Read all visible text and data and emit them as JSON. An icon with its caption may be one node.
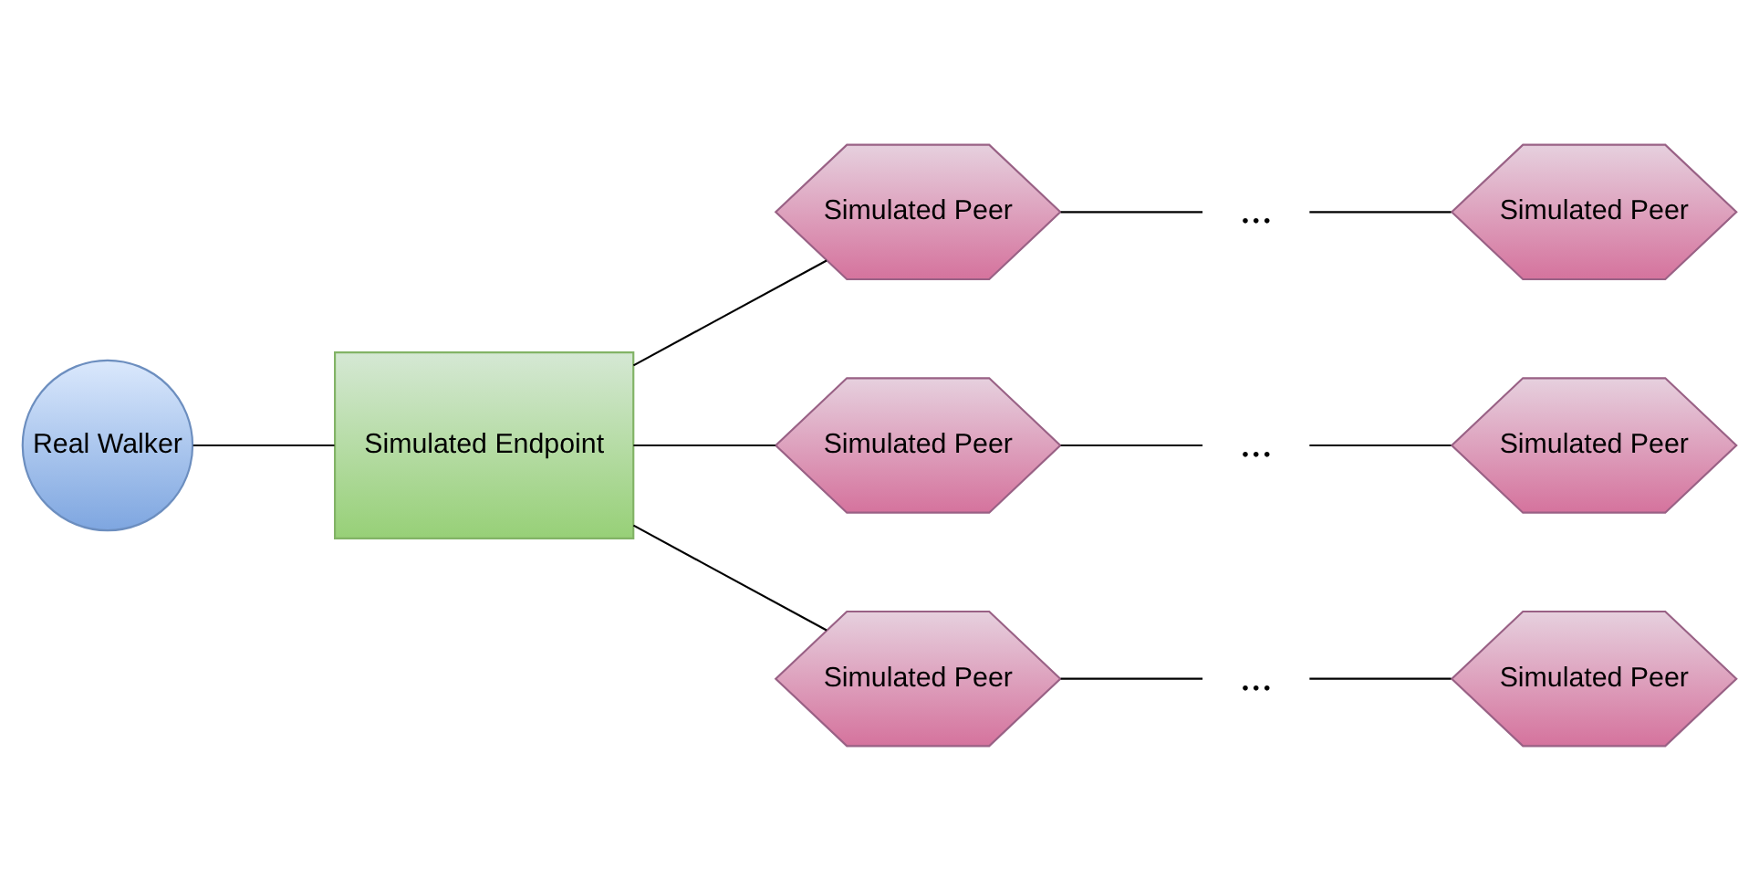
{
  "diagram": {
    "nodes": [
      {
        "text": [
          "Real Walker"
        ]
      },
      {
        "text": [
          "Simulated Endpoint"
        ]
      },
      {
        "text": [
          "Simulated Peer"
        ]
      },
      {
        "text": [
          "..."
        ]
      },
      {
        "text": [
          "Simulated Peer"
        ]
      },
      {
        "text": [
          "Simulated Peer"
        ]
      },
      {
        "text": [
          "..."
        ]
      },
      {
        "text": [
          "Simulated Peer"
        ]
      },
      {
        "text": [
          "Simulated Peer"
        ]
      },
      {
        "text": [
          "..."
        ]
      },
      {
        "text": [
          "Simulated Peer"
        ]
      }
    ],
    "edges": [
      {
        "from": 0,
        "to": 1,
        "arrow": "none"
      },
      {
        "from": 1,
        "to": 2,
        "arrow": "none"
      },
      {
        "from": 1,
        "to": 5,
        "arrow": "none"
      },
      {
        "from": 1,
        "to": 8,
        "arrow": "none"
      },
      {
        "from": 2,
        "to": 3,
        "arrow": "none"
      },
      {
        "from": 3,
        "to": 4,
        "arrow": "none"
      },
      {
        "from": 5,
        "to": 6,
        "arrow": "none"
      },
      {
        "from": 6,
        "to": 7,
        "arrow": "none"
      },
      {
        "from": 8,
        "to": 9,
        "arrow": "none"
      },
      {
        "from": 9,
        "to": 10,
        "arrow": "none"
      }
    ]
  }
}
